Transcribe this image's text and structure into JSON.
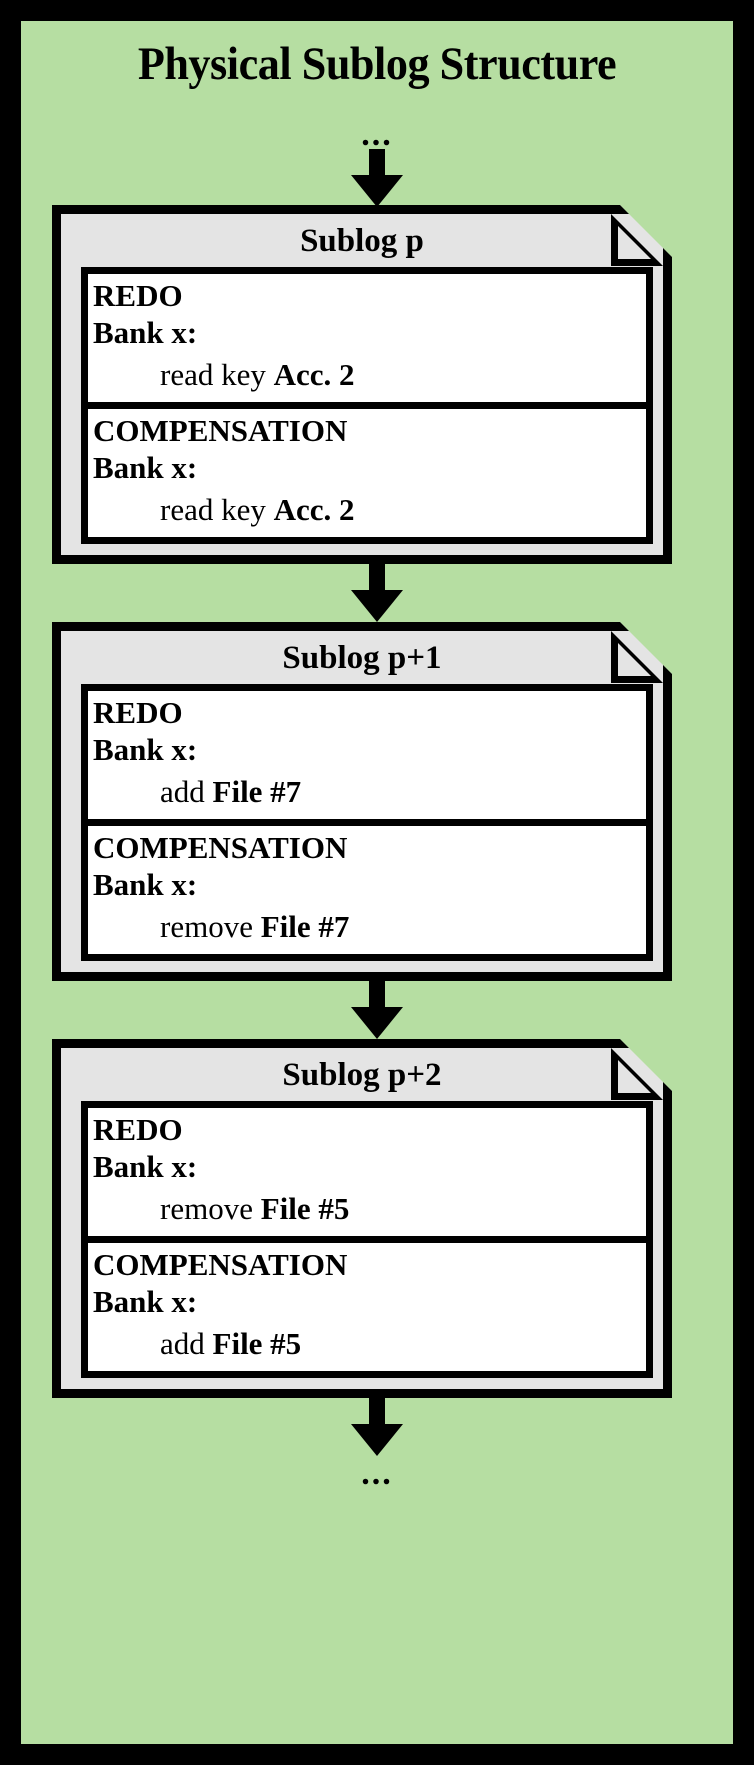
{
  "diagram": {
    "title": "Physical Sublog Structure",
    "background_color": "#b6dea2",
    "node_header_color": "#e4e4e4",
    "record_color": "#ffffff",
    "stroke_color": "#000000",
    "top_ellipsis": "...",
    "bottom_ellipsis": "..."
  },
  "nodes": [
    {
      "title": "Sublog p",
      "records": [
        {
          "type": "REDO",
          "bank": "Bank x:",
          "op_verb": "read key",
          "op_target": "Acc. 2"
        },
        {
          "type": "COMPENSATION",
          "bank": "Bank x:",
          "op_verb": "read key",
          "op_target": "Acc. 2"
        }
      ]
    },
    {
      "title": "Sublog p+1",
      "records": [
        {
          "type": "REDO",
          "bank": "Bank x:",
          "op_verb": "add",
          "op_target": "File #7"
        },
        {
          "type": "COMPENSATION",
          "bank": "Bank x:",
          "op_verb": "remove",
          "op_target": "File #7"
        }
      ]
    },
    {
      "title": "Sublog p+2",
      "records": [
        {
          "type": "REDO",
          "bank": "Bank x:",
          "op_verb": "remove",
          "op_target": "File #5"
        },
        {
          "type": "COMPENSATION",
          "bank": "Bank x:",
          "op_verb": "add",
          "op_target": "File #5"
        }
      ]
    }
  ]
}
